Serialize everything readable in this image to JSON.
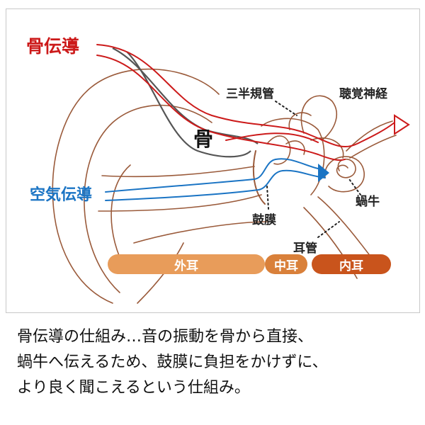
{
  "diagram": {
    "bone_conduction_label": "骨伝導",
    "bone_label": "骨",
    "air_conduction_label": "空気伝導",
    "semicircular_canals_label": "三半規管",
    "auditory_nerve_label": "聴覚神経",
    "cochlea_label": "蝸牛",
    "eardrum_label": "鼓膜",
    "ear_canal_label": "耳管",
    "regions": {
      "outer": "外耳",
      "middle": "中耳",
      "inner": "内耳"
    },
    "colors": {
      "bone_path": "#cc1a1a",
      "air_path": "#1a74c4",
      "anatomy_line": "#9a5a3a",
      "bone_outline": "#555555",
      "outer_ear": "#e89c5a",
      "middle_ear": "#d9803a",
      "inner_ear": "#c9541c"
    }
  },
  "caption": {
    "line1": "骨伝導の仕組み…音の振動を骨から直接、",
    "line2": "蝸牛へ伝えるため、鼓膜に負担をかけずに、",
    "line3": "より良く聞こえるという仕組み。"
  }
}
